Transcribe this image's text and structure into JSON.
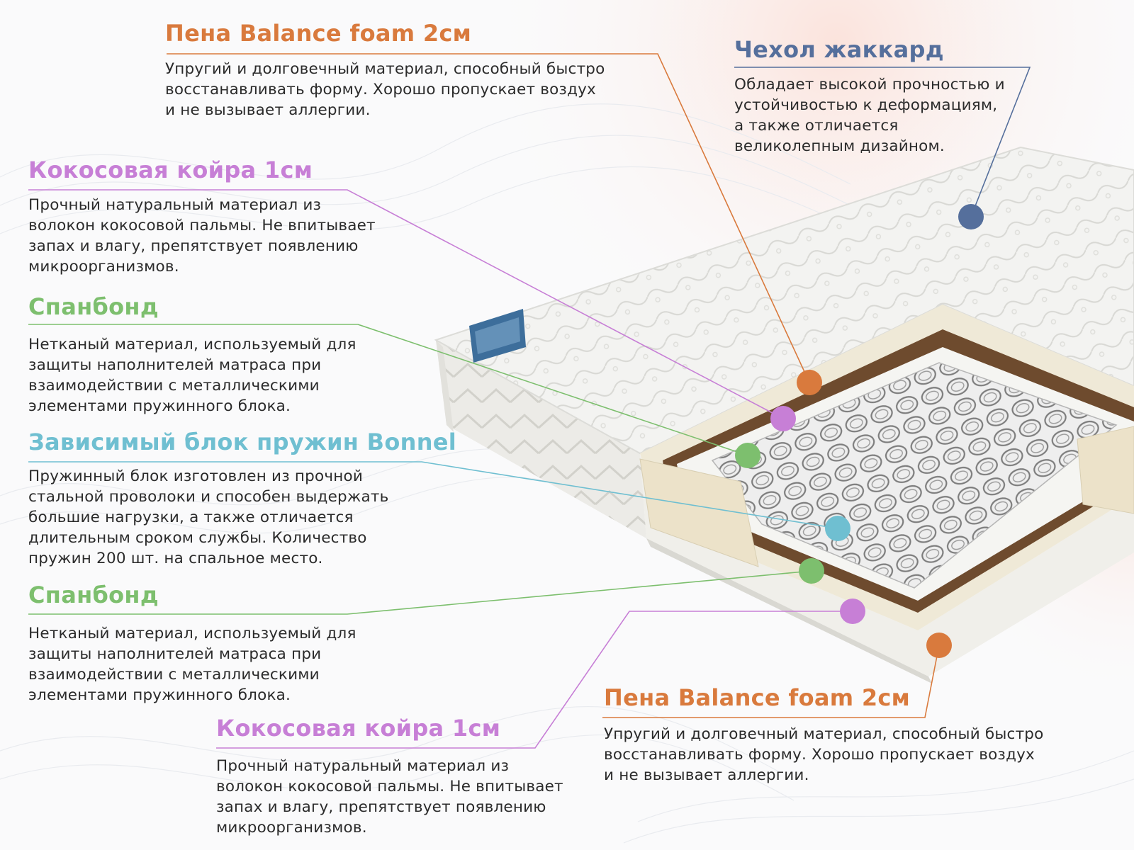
{
  "colors": {
    "foam": "#d97a3d",
    "coir": "#c77fd6",
    "spunbond": "#7dbf6e",
    "springs": "#6fbfd1",
    "cover": "#556f9c",
    "body_text": "#2b2b2b"
  },
  "image": {
    "subject": "mattress-cross-section-illustration"
  },
  "labels": [
    {
      "id": "foam-top",
      "title": "Пена Balance foam 2см",
      "lines": [
        "Упругий и долговечный материал, способный быстро",
        "восстанавливать форму. Хорошо пропускает воздух",
        "и не вызывает аллергии."
      ]
    },
    {
      "id": "cover",
      "title": "Чехол жаккард",
      "lines": [
        "Обладает высокой прочностью и",
        "устойчивостью к деформациям,",
        "а также отличается",
        "великолепным дизайном."
      ]
    },
    {
      "id": "coir-top",
      "title": "Кокосовая койра 1см",
      "lines": [
        "Прочный натуральный материал из",
        "волокон кокосовой пальмы. Не впитывает",
        "запах и влагу, препятствует появлению",
        "микроорганизмов."
      ]
    },
    {
      "id": "spunbond-top",
      "title": "Спанбонд",
      "lines": [
        "Нетканый материал, используемый для",
        "защиты наполнителей матраса при",
        "взаимодействии с металлическими",
        "элементами пружинного блока."
      ]
    },
    {
      "id": "springs",
      "title": "Зависимый блок пружин Bonnel",
      "lines": [
        "Пружинный блок изготовлен из прочной",
        "стальной проволоки и способен выдержать",
        "большие нагрузки, а также отличается",
        "длительным сроком службы. Количество",
        "пружин 200 шт. на спальное место."
      ]
    },
    {
      "id": "spunbond-bottom",
      "title": "Спанбонд",
      "lines": [
        "Нетканый материал, используемый для",
        "защиты наполнителей матраса при",
        "взаимодействии с металлическими",
        "элементами пружинного блока."
      ]
    },
    {
      "id": "coir-bottom",
      "title": "Кокосовая койра 1см",
      "lines": [
        "Прочный натуральный материал из",
        "волокон кокосовой пальмы. Не впитывает",
        "запах и влагу, препятствует появлению",
        "микроорганизмов."
      ]
    },
    {
      "id": "foam-bottom",
      "title": "Пена Balance foam 2см",
      "lines": [
        "Упругий и долговечный материал, способный быстро",
        "восстанавливать форму. Хорошо пропускает воздух",
        "и не вызывает аллергии."
      ]
    }
  ]
}
